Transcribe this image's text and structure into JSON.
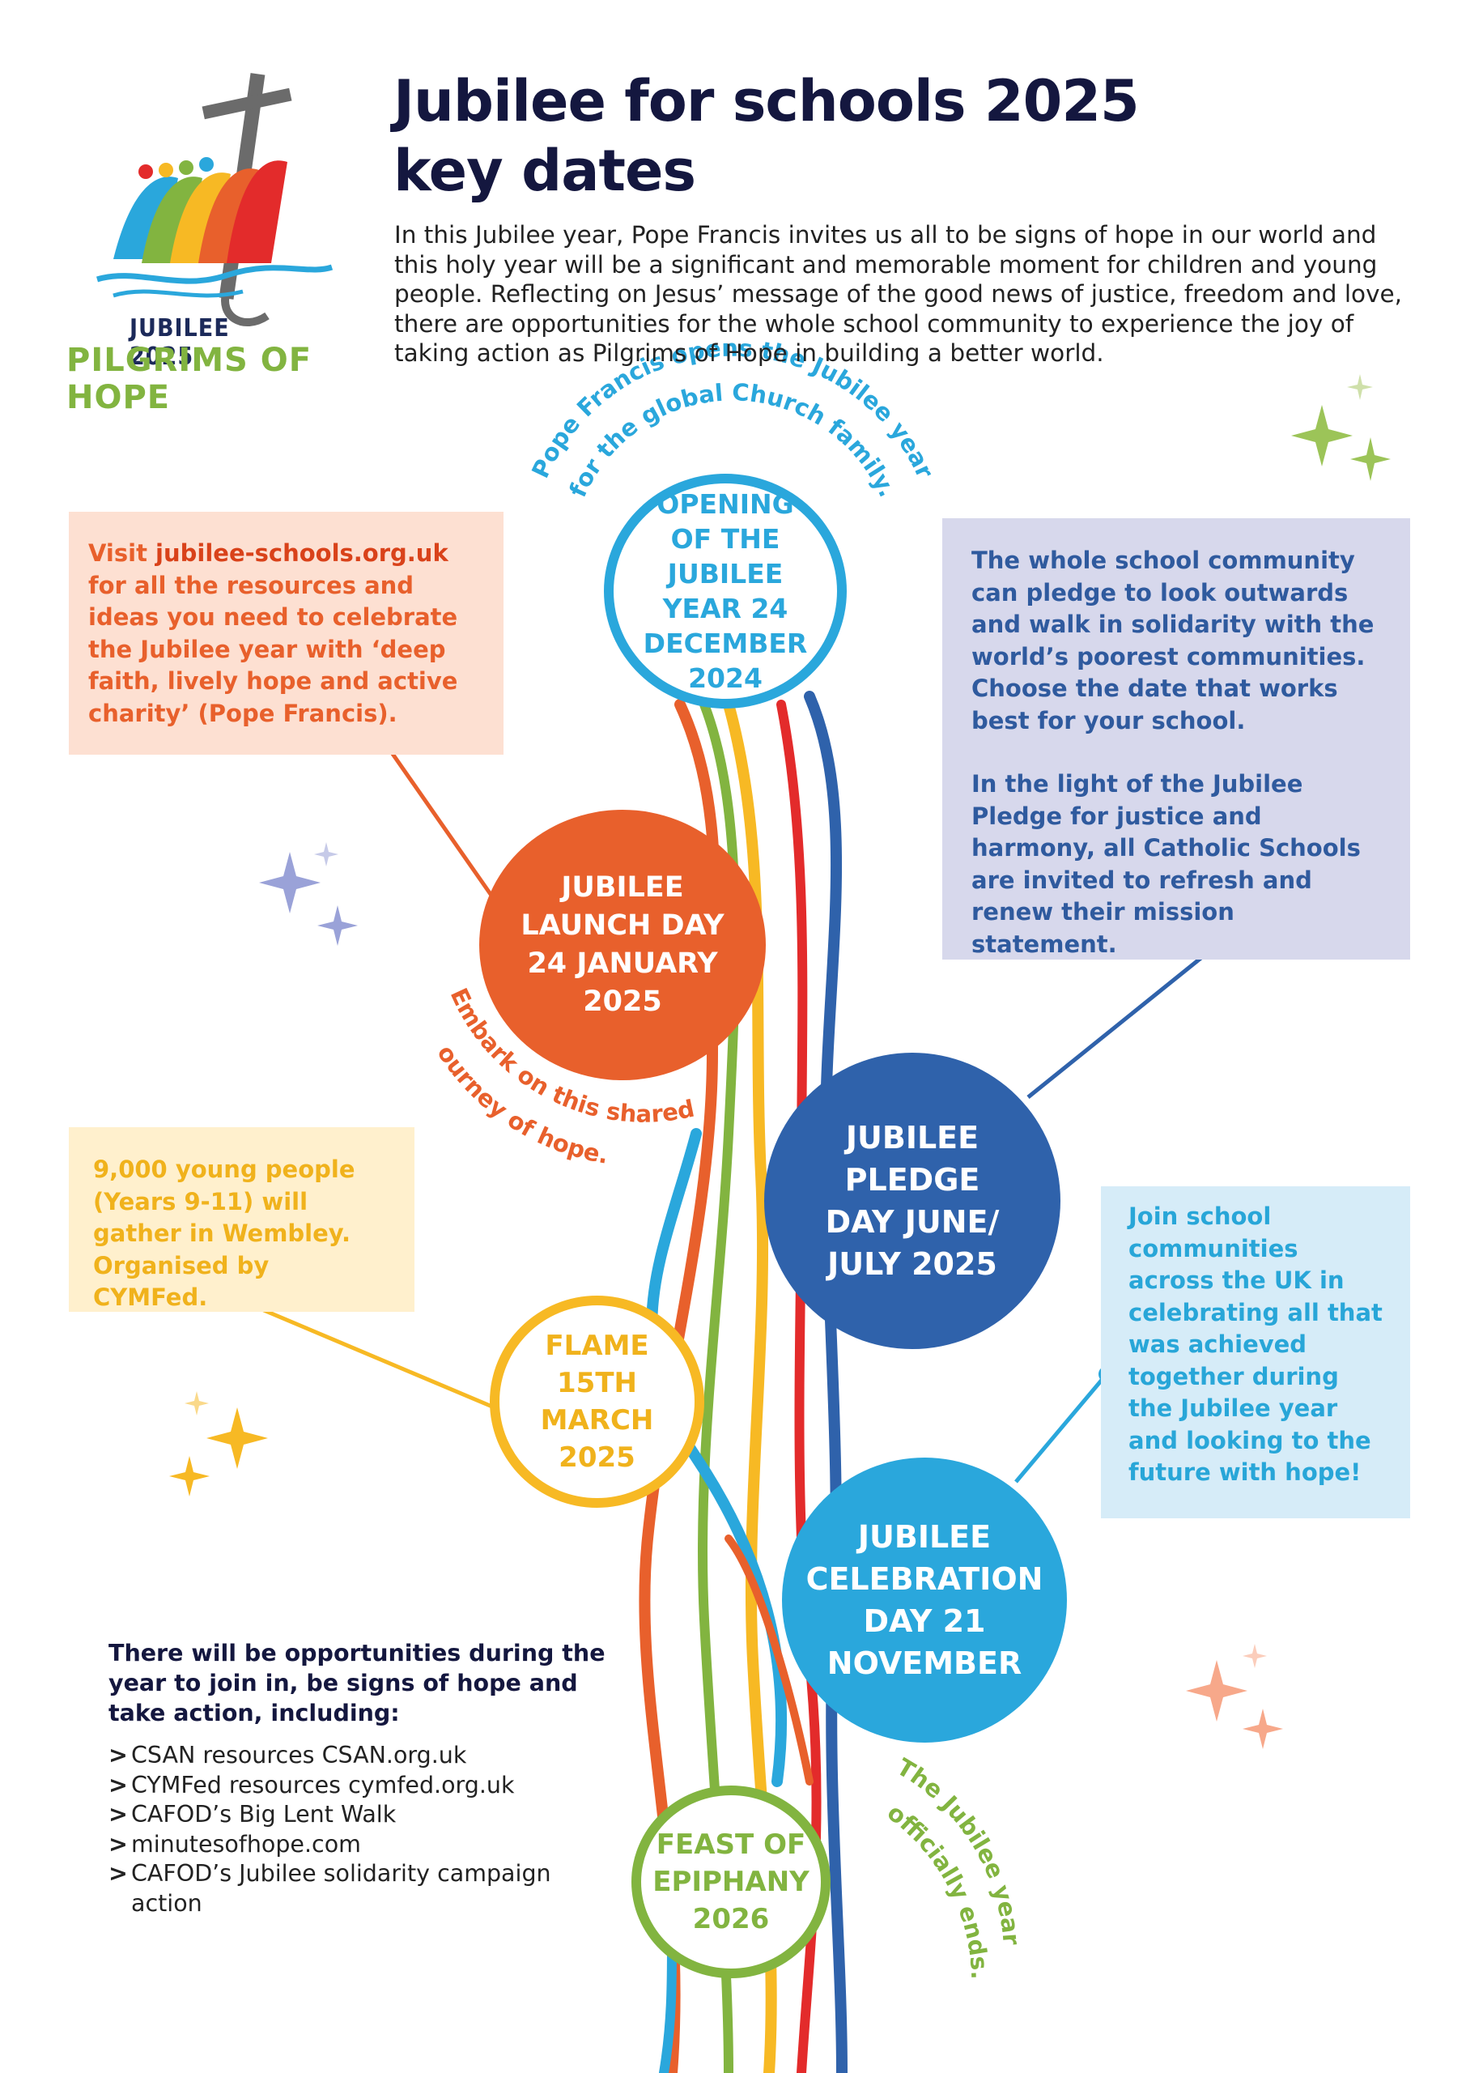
{
  "logo": {
    "line1": "JUBILEE 2025",
    "line2": "PILGRIMS OF HOPE"
  },
  "header": {
    "title_line1": "Jubilee for schools 2025",
    "title_line2": "key dates",
    "intro": "In this Jubilee year, Pope Francis invites us all to be signs of hope in our world and this holy year will be a significant and memorable moment for children and young people. Reflecting on Jesus’ message of the good news of justice, freedom and love, there are opportunities for the whole school community to experience the joy of taking action as Pilgrims of Hope in building a better world."
  },
  "arcs": {
    "opening": "Pope Francis opens the Jubilee year",
    "opening2": "for the global Church family.",
    "launch1": "Embark on this shared",
    "launch2": "journey of hope.",
    "end1": "The Jubilee year",
    "end2": "officially ends."
  },
  "boxes": {
    "visit_prefix": "Visit ",
    "visit_link": "jubilee-schools.org.uk",
    "visit_rest": " for all the resources and ideas you need to celebrate the Jubilee year with ‘deep faith, lively hope and active charity’ (Pope Francis).",
    "pledge_p1": "The whole school community can pledge to look outwards and walk in solidarity with the world’s poorest communities. Choose the date that works best for your school.",
    "pledge_p2": "In the light of the Jubilee Pledge for justice and harmony, all Catholic Schools are invited to refresh and renew their mission statement.",
    "wembley": "9,000 young people (Years 9-11) will gather in Wembley. Organised by CYMFed.",
    "celebrate": "Join school communities across the UK in celebrating all that was achieved together during the Jubilee year and looking to the future with hope!"
  },
  "milestones": {
    "opening": [
      "OPENING",
      "OF THE",
      "JUBILEE",
      "YEAR 24",
      "DECEMBER",
      "2024"
    ],
    "launch": [
      "JUBILEE",
      "LAUNCH DAY",
      "24 JANUARY",
      "2025"
    ],
    "pledge": [
      "JUBILEE",
      "PLEDGE",
      "DAY JUNE/",
      "JULY 2025"
    ],
    "flame": [
      "FLAME",
      "15TH",
      "MARCH",
      "2025"
    ],
    "celebration": [
      "JUBILEE",
      "CELEBRATION",
      "DAY 21",
      "NOVEMBER"
    ],
    "epiphany": [
      "FEAST OF",
      "EPIPHANY",
      "2026"
    ]
  },
  "opportunities": {
    "heading": "There will be opportunities during the year to join in, be signs of hope and take action, including:",
    "items": [
      "CSAN resources CSAN.org.uk",
      "CYMFed resources cymfed.org.uk",
      "CAFOD’s Big Lent Walk",
      "minutesofhope.com",
      "CAFOD’s Jubilee solidarity campaign action"
    ],
    "bullet": ">"
  },
  "colors": {
    "navy": "#14173f",
    "orange": "#e8602c",
    "blue": "#2f62ab",
    "cyan": "#2aa7dc",
    "yellow": "#f7b924",
    "green": "#82b440",
    "red": "#e32b2b"
  }
}
